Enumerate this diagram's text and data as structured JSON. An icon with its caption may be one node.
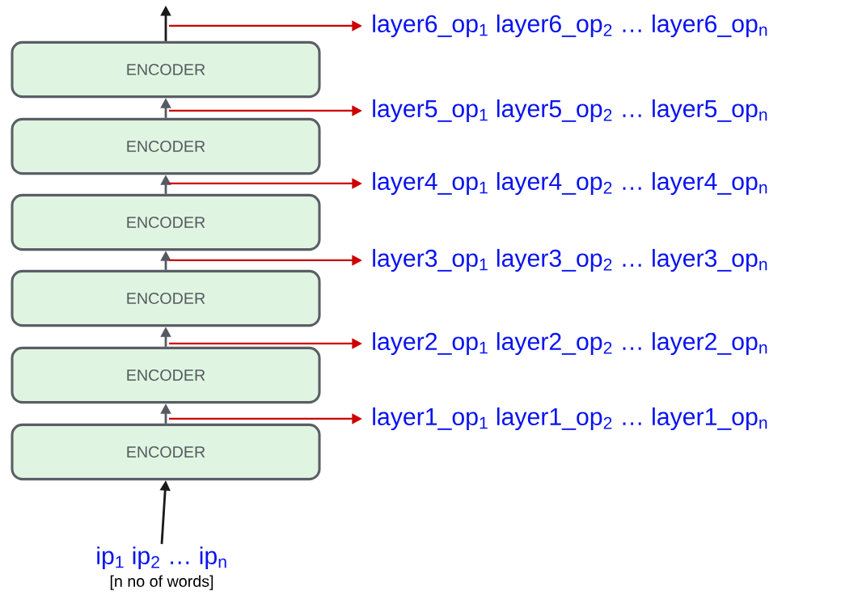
{
  "diagram": {
    "nodes": [
      {
        "text": [
          "ENCODER"
        ]
      },
      {
        "text": [
          "ENCODER"
        ]
      },
      {
        "text": [
          "ENCODER"
        ]
      },
      {
        "text": [
          "ENCODER"
        ]
      },
      {
        "text": [
          "ENCODER"
        ]
      },
      {
        "text": [
          "ENCODER"
        ]
      },
      {
        "text": [
          "layer6_op$_{1}$ layer6_op$_{2}$ … layer6_op$_{n}$"
        ]
      },
      {
        "text": [
          "layer5_op$_{1}$ layer5_op$_{2}$ … layer5_op$_{n}$"
        ]
      },
      {
        "text": [
          "layer4_op$_{1}$ layer4_op$_{2}$ … layer4_op$_{n}$"
        ]
      },
      {
        "text": [
          "layer3_op$_{1}$ layer3_op$_{2}$ … layer3_op$_{n}$"
        ]
      },
      {
        "text": [
          "layer2_op$_{1}$ layer2_op$_{2}$ … layer2_op$_{n}$"
        ]
      },
      {
        "text": [
          "layer1_op$_{1}$ layer1_op$_{2}$ … layer1_op$_{n}$"
        ]
      },
      {
        "text": [
          "ip$_{1}$ ip$_{2}$ … ip$_{n}$"
        ],
        "beside": [
          "[n no of words]"
        ]
      }
    ],
    "edges": [
      {
        "from": 12,
        "to": 5,
        "arrow": "to",
        "color": "#1a1a1a"
      },
      {
        "from": 5,
        "to": 4,
        "arrow": "to",
        "color": "#555a62"
      },
      {
        "from": 4,
        "to": 3,
        "arrow": "to",
        "color": "#555a62"
      },
      {
        "from": 3,
        "to": 2,
        "arrow": "to",
        "color": "#555a62"
      },
      {
        "from": 2,
        "to": 1,
        "arrow": "to",
        "color": "#555a62"
      },
      {
        "from": 1,
        "to": 0,
        "arrow": "to",
        "color": "#555a62"
      },
      {
        "from": 0,
        "to": null,
        "arrow": "to",
        "color": "#1a1a1a"
      },
      {
        "from": 0,
        "to": 6,
        "arrow": "to",
        "color": "#cc0000"
      },
      {
        "from": 1,
        "to": 7,
        "arrow": "to",
        "color": "#cc0000"
      },
      {
        "from": 2,
        "to": 8,
        "arrow": "to",
        "color": "#cc0000"
      },
      {
        "from": 3,
        "to": 9,
        "arrow": "to",
        "color": "#cc0000"
      },
      {
        "from": 4,
        "to": 10,
        "arrow": "to",
        "color": "#cc0000"
      },
      {
        "from": 5,
        "to": 11,
        "arrow": "to",
        "color": "#cc0000"
      }
    ]
  }
}
